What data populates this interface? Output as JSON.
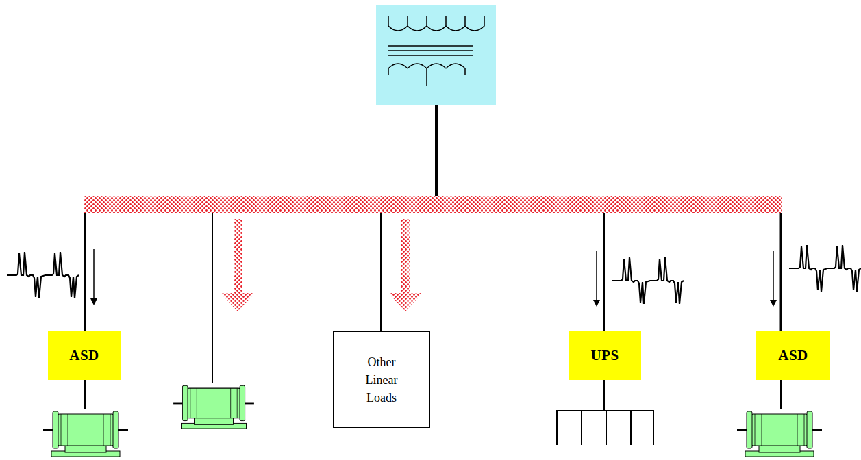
{
  "diagram": {
    "nodes": [
      {
        "text": [
          "ASD"
        ]
      },
      {
        "text": [
          "Other Linear Loads"
        ]
      },
      {
        "text": [
          "UPS"
        ]
      },
      {
        "text": [
          "ASD"
        ]
      }
    ]
  }
}
